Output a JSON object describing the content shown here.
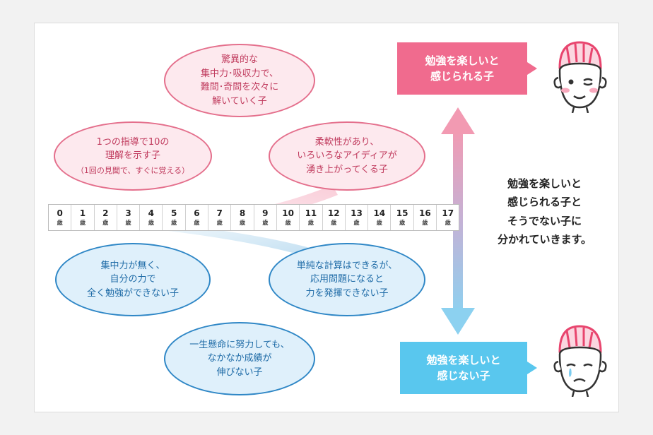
{
  "colors": {
    "pink_text": "#c03a5d",
    "pink_fill": "#fde9ee",
    "pink_border": "#e46f8c",
    "blue_text": "#1d6aa6",
    "blue_fill": "#dff0fb",
    "blue_border": "#2f87c6",
    "happy_label": "#f06b8e",
    "sad_label": "#59c7ee"
  },
  "pink_bubbles": [
    {
      "lines": [
        "驚異的な",
        "集中力･吸収力で、",
        "難問･奇問を次々に",
        "解いていく子"
      ]
    },
    {
      "lines": [
        "1つの指導で10の",
        "理解を示す子"
      ],
      "note": "（1回の見聞で、すぐに覚える）"
    },
    {
      "lines": [
        "柔軟性があり、",
        "いろいろなアイディアが",
        "湧き上がってくる子"
      ]
    }
  ],
  "blue_bubbles": [
    {
      "lines": [
        "集中力が無く、",
        "自分の力で",
        "全く勉強ができない子"
      ]
    },
    {
      "lines": [
        "単純な計算はできるが、",
        "応用問題になると",
        "力を発揮できない子"
      ]
    },
    {
      "lines": [
        "一生懸命に努力しても、",
        "なかなか成績が",
        "伸びない子"
      ]
    }
  ],
  "ages": {
    "numbers": [
      "0",
      "1",
      "2",
      "3",
      "4",
      "5",
      "6",
      "7",
      "8",
      "9",
      "10",
      "11",
      "12",
      "13",
      "14",
      "15",
      "16",
      "17"
    ],
    "unit": "歳"
  },
  "happy_label": {
    "lines": [
      "勉強を楽しいと",
      "感じられる子"
    ]
  },
  "sad_label": {
    "lines": [
      "勉強を楽しいと",
      "感じない子"
    ]
  },
  "summary": {
    "lines": [
      "勉強を楽しいと",
      "感じられる子と",
      "そうでない子に",
      "分かれていきます。"
    ]
  },
  "icons": {
    "arrow": "double-arrow-vertical",
    "happy_face": "winking-child-face",
    "sad_face": "crying-child-face"
  }
}
